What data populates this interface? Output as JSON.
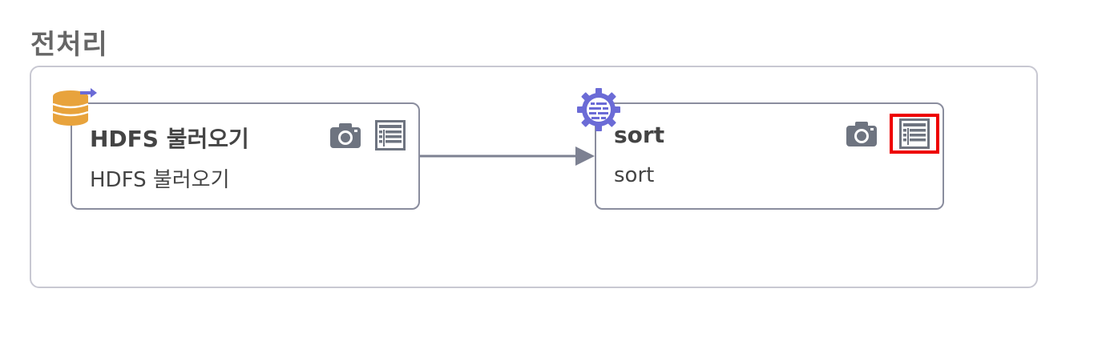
{
  "section": {
    "title": "전처리"
  },
  "nodes": [
    {
      "title": "HDFS 불러오기",
      "subtitle": "HDFS 불러오기",
      "badge_icon": "database-import-icon",
      "badge_color": "#e8a33c",
      "badge_arrow_color": "#6b6bd6"
    },
    {
      "title": "sort",
      "subtitle": "sort",
      "badge_icon": "gear-sort-icon",
      "badge_color": "#6b6bd6"
    }
  ],
  "actions": {
    "snapshot_icon": "camera-icon",
    "data_icon": "data-table-icon"
  },
  "colors": {
    "frame_border": "#c8c8d2",
    "node_border": "#8a8d9e",
    "icon_gray": "#6e7480",
    "connector": "#7d8192",
    "highlight": "#ee0000"
  }
}
